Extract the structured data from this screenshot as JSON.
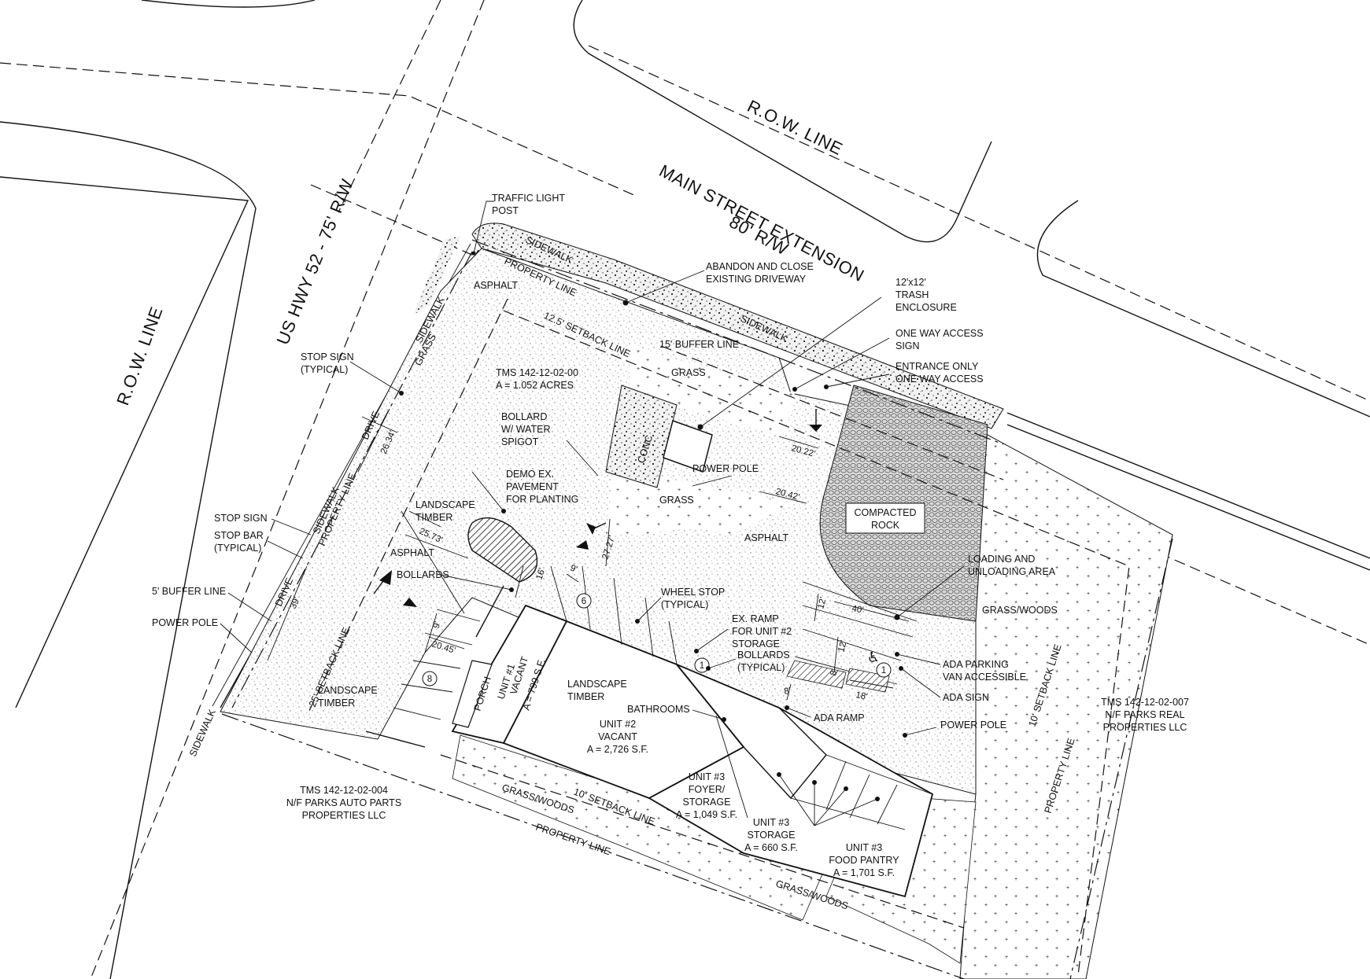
{
  "roads": {
    "row_line_top": "R.O.W. LINE",
    "main_street_1": "MAIN STREET EXTENSION",
    "main_street_2": "80' R/W",
    "row_line_left": "R.O.W. LINE",
    "us_hwy": "US HWY 52 - 75' R/W"
  },
  "callouts": {
    "traffic_light_1": "TRAFFIC LIGHT",
    "traffic_light_2": "POST",
    "abandon_1": "ABANDON AND CLOSE",
    "abandon_2": "EXISTING DRIVEWAY",
    "trash_1": "12'x12'",
    "trash_2": "TRASH",
    "trash_3": "ENCLOSURE",
    "one_way_sign_1": "ONE WAY ACCESS",
    "one_way_sign_2": "SIGN",
    "entrance_1": "ENTRANCE ONLY",
    "entrance_2": "ONE WAY ACCESS",
    "stop_sign_typ_1": "STOP SIGN",
    "stop_sign_typ_2": "(TYPICAL)",
    "stop_sign": "STOP SIGN",
    "stop_bar_1": "STOP BAR",
    "stop_bar_2": "(TYPICAL)",
    "buffer_5": "5' BUFFER LINE",
    "power_pole_left": "POWER POLE",
    "landscape_timber_1a": "LANDSCAPE",
    "landscape_timber_1b": "TIMBER",
    "landscape_timber_2a": "LANDSCAPE",
    "landscape_timber_2b": "TIMBER",
    "landscape_timber_3a": "LANDSCAPE",
    "landscape_timber_3b": "TIMBER",
    "demo_1": "DEMO EX.",
    "demo_2": "PAVEMENT",
    "demo_3": "FOR PLANTING",
    "bollard_1": "BOLLARD",
    "bollard_2": "W/ WATER",
    "bollard_3": "SPIGOT",
    "bollards": "BOLLARDS",
    "tms_main_1": "TMS 142-12-02-00",
    "tms_main_2": "A = 1.052 ACRES",
    "power_pole_mid": "POWER POLE",
    "wheel_stop_1": "WHEEL STOP",
    "wheel_stop_2": "(TYPICAL)",
    "ex_ramp_1": "EX. RAMP",
    "ex_ramp_2": "FOR UNIT #2",
    "ex_ramp_3": "STORAGE",
    "bollards_typ_1": "BOLLARDS",
    "bollards_typ_2": "(TYPICAL)",
    "bathrooms": "BATHROOMS",
    "ada_ramp": "ADA RAMP",
    "ada_parking_1": "ADA PARKING",
    "ada_parking_2": "VAN ACCESSIBLE",
    "ada_sign": "ADA SIGN",
    "power_pole_right": "POWER POLE",
    "loading_1": "LOADING AND",
    "loading_2": "UNLOADING AREA",
    "compacted_1": "COMPACTED",
    "compacted_2": "ROCK"
  },
  "surfaces": {
    "sidewalk_top": "SIDEWALK",
    "sidewalk_right": "SIDEWALK",
    "sidewalk_left_1": "SIDEWALK",
    "sidewalk_left_2": "SIDEWALK",
    "sidewalk_left_3": "SIDEWALK",
    "asphalt_top": "ASPHALT",
    "asphalt_mid": "ASPHALT",
    "asphalt_right": "ASPHALT",
    "grass_left": "GRASS",
    "grass_top": "GRASS",
    "grass_mid": "GRASS",
    "grass_woods_right": "GRASS/WOODS",
    "grass_woods_bottom_1": "GRASS/WOODS",
    "grass_woods_bottom_2": "GRASS/WOODS",
    "drive_1": "DRIVE",
    "drive_2": "DRIVE",
    "conc": "CONC",
    "porch": "PORCH"
  },
  "lines": {
    "property_line_top": "PROPERTY LINE",
    "property_line_left": "PROPERTY LINE",
    "property_line_bottom": "PROPERTY LINE",
    "property_line_right": "PROPERTY LINE",
    "setback_12": "12.5' SETBACK LINE",
    "setback_25": "25' SETBACK LINE",
    "setback_10_bottom": "10' SETBACK LINE",
    "setback_10_right": "10' SETBACK LINE",
    "buffer_15": "15' BUFFER LINE"
  },
  "units": {
    "u1_1": "UNIT #1",
    "u1_2": "VACANT",
    "u1_3": "A = 799 S.F.",
    "u2_1": "UNIT #2",
    "u2_2": "VACANT",
    "u2_3": "A = 2,726 S.F.",
    "u3f_1": "UNIT #3",
    "u3f_2": "FOYER/",
    "u3f_3": "STORAGE",
    "u3f_4": "A = 1,049 S.F.",
    "u3s_1": "UNIT #3",
    "u3s_2": "STORAGE",
    "u3s_3": "A = 660 S.F.",
    "u3p_1": "UNIT #3",
    "u3p_2": "FOOD PANTRY",
    "u3p_3": "A = 1,701 S.F."
  },
  "neighbors": {
    "left_1": "TMS 142-12-02-004",
    "left_2": "N/F PARKS AUTO PARTS",
    "left_3": "PROPERTIES LLC",
    "right_1": "TMS 142-12-02-007",
    "right_2": "N/F PARKS REAL",
    "right_3": "PROPERTIES LLC"
  },
  "dimensions": {
    "d_26_34": "26.34'",
    "d_39": "39'",
    "d_25_73": "25.73'",
    "d_9_a": "9'",
    "d_20_45": "20.45'",
    "d_16": "16'",
    "d_9_b": "9'",
    "d_27_27": "27.27'",
    "d_20_22": "20.22'",
    "d_20_42": "20.42'",
    "d_12_a": "12'",
    "d_40": "40'",
    "d_12_b": "12'",
    "d_8_a": "8'",
    "d_18": "18'",
    "d_8_b": "8'"
  },
  "stall_counts": {
    "c6": "6",
    "c8": "8",
    "c1_a": "1",
    "c1_b": "1"
  }
}
